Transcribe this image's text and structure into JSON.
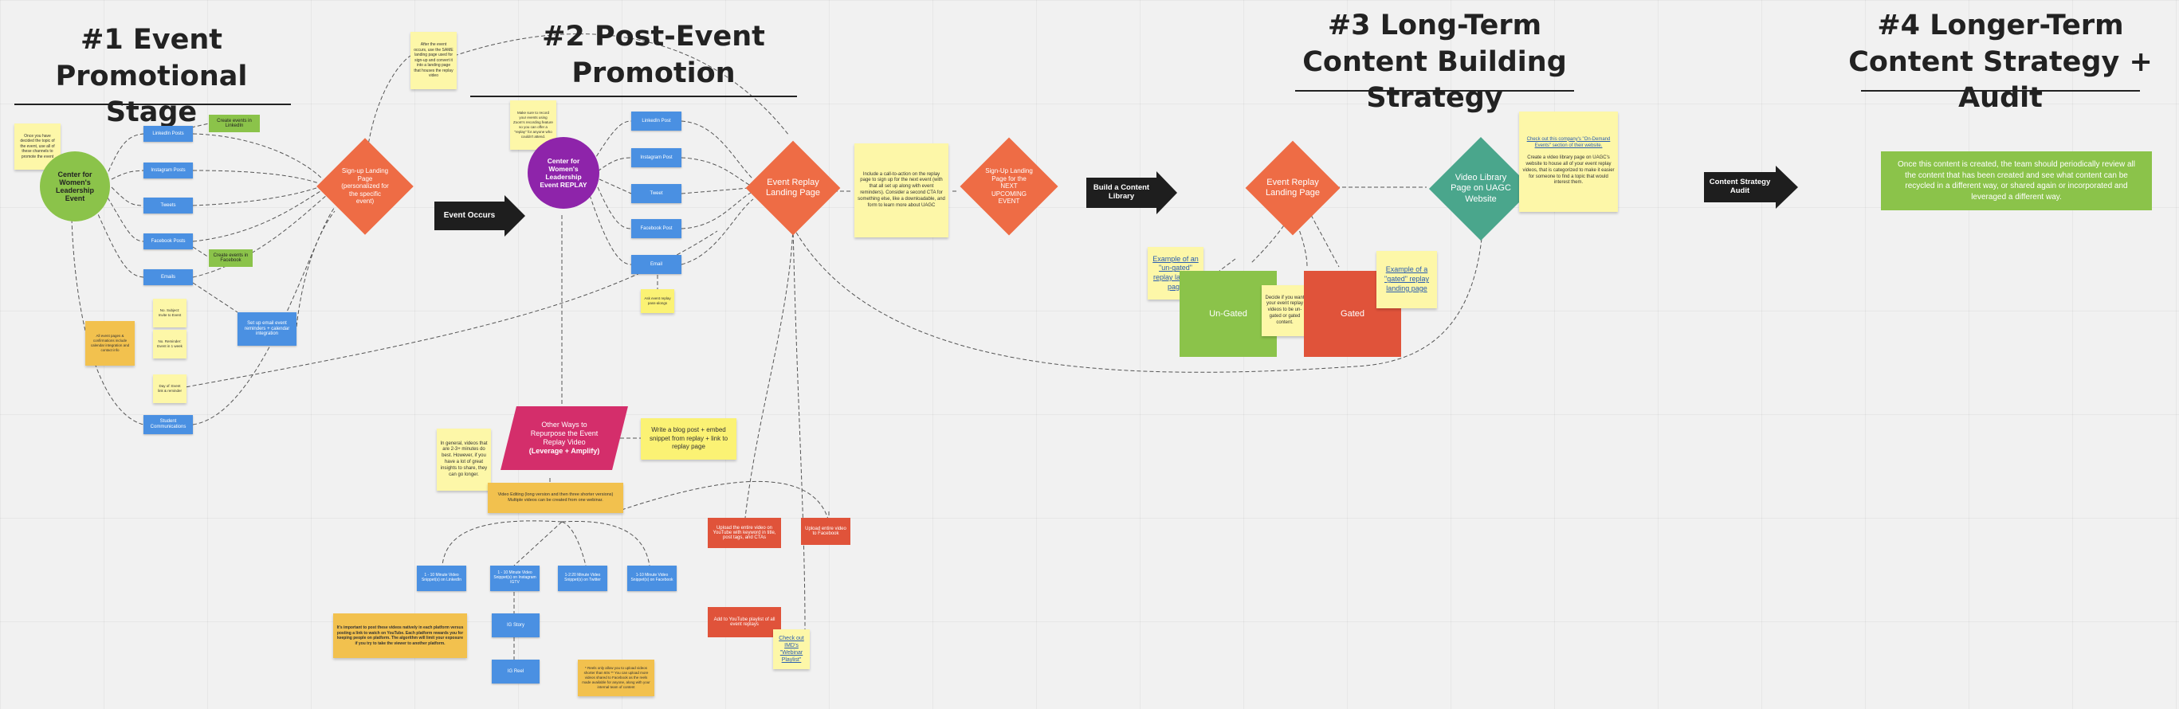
{
  "sections": {
    "s1": {
      "line1": "#1 Event",
      "line2": "Promotional Stage"
    },
    "s2": {
      "line1": "#2 Post-Event",
      "line2": "Promotion"
    },
    "s3": {
      "line1": "#3 Long-Term",
      "line2": "Content Building Strategy"
    },
    "s4": {
      "line1": "#4 Longer-Term",
      "line2": "Content Strategy + Audit"
    }
  },
  "stage1": {
    "sticky_intro": "Once you have decided the topic of the event, use all of these channels to promote the event",
    "center_circle": "Center for Women's Leadership Event",
    "channels": [
      "LinkedIn Posts",
      "Instagram Posts",
      "Tweets",
      "Facebook Posts",
      "Emails",
      "Student Communications"
    ],
    "green_linkedin": "Create events in LinkedIn",
    "green_facebook": "Create events in Facebook",
    "emails_sticky_1": "No. Subject: Invite to Event",
    "emails_sticky_2": "No. Reminder: Event in 1 week",
    "emails_sticky_3": "Day of: Event link & reminder",
    "orange_sticky": "All event pages & confirmations include calendar integration and contact info",
    "calendar_box": "Set up email event reminders + calendar integration",
    "signup_diamond": "Sign-up Landing Page (personalized for the specific event)",
    "top_sticky": "After the event occurs, use the SAME landing page used for sign-up and convert it into a landing page that houses the replay video"
  },
  "stage2": {
    "event_occurs": "Event Occurs",
    "replay_sticky": "Make sure to record your events using Zoom's recording feature so you can offer a \"replay\" for anyone who couldn't attend.",
    "replay_circle": "Center for Women's Leadership Event REPLAY",
    "channels": [
      "LinkedIn Post",
      "Instagram Post",
      "Tweet",
      "Facebook Post",
      "Email"
    ],
    "email_sticky": "Ask event replay pass-alongs",
    "replay_diamond": "Event Replay Landing Page",
    "cta_sticky": "Include a call-to-action on the replay page to sign up for the next event (with that all set up along with event reminders). Consider a second CTA for something else, like a downloadable, and form to learn more about UAGC",
    "next_diamond": "Sign-Up Landing Page for the NEXT UPCOMING EVENT",
    "repurpose_label": "Other Ways to Repurpose the Event Replay Video",
    "repurpose_bold": "(Leverage + Amplify)",
    "general_sticky": "In general, videos that are 2-3+ minutes do best. However, if you have a lot of great insights to share, they can go longer.",
    "blog_sticky": "Write a blog post + embed snippet from replay + link to replay page",
    "editing_box": "Video Editing (long version and then three shorter versions) Multiple videos can be created from one webinar.",
    "clips": [
      "1 - 10 Minute Video Snippet(s) on LinkedIn",
      "1 - 10 Minute Video Snippet(s) on Instagram IGTV",
      "1-2:20 Minute Video Snippet(s) on Twitter",
      "1-10 Minute Video Snippet(s) on Facebook"
    ],
    "ig_story": "IG Story",
    "ig_reel": "IG Reel",
    "important_sticky": "It's important to post these videos natively in each platform versus posting a link to watch on YouTube. Each platform rewards you for keeping people on platform. The algorithm will limit your exposure if you try to take the viewer to another platform.",
    "reels_sticky": "* Reels only allow you to upload videos shorter than 60s ** You can upload more videos shared to Facebook as the reels made available for anyone, along with your internal team of content",
    "youtube_upload": "Upload the entire video on YouTube with keyword in title, post tags, and CTAs",
    "facebook_upload": "Upload entire video to Facebook",
    "playlist_box": "Add to YouTube playlist of all event replays",
    "check_out": "Check out IMD's \"Webinar Playlist\""
  },
  "stage3": {
    "build_library": "Build a Content Library",
    "replay_diamond": "Event Replay Landing Page",
    "video_library_diamond": "Video Library Page on UAGC Website",
    "library_sticky_link": "Check out this company's \"On-Demand Events\" section of their website.",
    "library_sticky_text": "Create a video library page on UAGC's website to house all of your event replay videos, that is categorized to make it easier for someone to find a topic that would interest them.",
    "ungated_link": "Example of an \"un-gated\" replay landing page",
    "gated_link": "Example of a \"gated\" replay landing page",
    "ungated": "Un-Gated",
    "gated": "Gated",
    "decide_sticky": "Decide if you want your event replay videos to be un-gated or gated content."
  },
  "stage4": {
    "audit_arrow": "Content Strategy Audit",
    "audit_box": "Once this content is created, the team should periodically review all the content that has been created and see what content can be recycled in a different way, or shared again or incorporated and leveraged a different way."
  },
  "colors": {
    "blue": "#4a90e2",
    "green": "#8bc34a",
    "orange_diamond": "#ee6c45",
    "purple": "#8e24aa",
    "magenta": "#d42e6b",
    "teal": "#4aa68c",
    "red": "#e0533a"
  }
}
